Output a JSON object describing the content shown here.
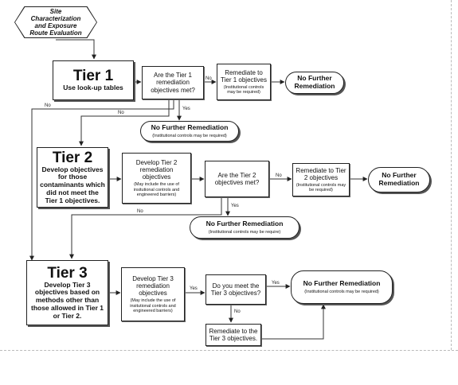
{
  "nodes": {
    "start": {
      "lines": [
        "Site",
        "Characterization",
        "and Exposure",
        "Route Evaluation"
      ]
    },
    "tier1": {
      "title": "Tier 1",
      "subtitle": "Use look-up tables"
    },
    "q1": {
      "text": "Are the Tier 1 remediation objectives met?"
    },
    "rem1": {
      "text": "Remediate to Tier 1 objectives",
      "note": "(Institutional controls may be required)"
    },
    "nfr1": {
      "text": "No Further Remediation"
    },
    "nfr2": {
      "text": "No Further Remediation",
      "note": "(Institutional controls may be required)"
    },
    "tier2": {
      "title": "Tier 2",
      "subtitle": "Develop objectives for those contaminants which did not meet the Tier 1 objectives."
    },
    "dev2": {
      "text": "Develop Tier 2 remediation objectives",
      "note": "(May include the use of insitutional controls and engineered barriers)"
    },
    "q2": {
      "text": "Are the Tier 2 objectives met?"
    },
    "rem2": {
      "text": "Remediate to Tier 2 objectives",
      "note": "(Institutional controls may be required)"
    },
    "nfr3": {
      "text": "No Further Remediation"
    },
    "nfr4": {
      "text": "No Further Remediation",
      "note": "(Institutional controls may be require)"
    },
    "tier3": {
      "title": "Tier 3",
      "subtitle": "Develop Tier 3 objectives based on methods other than those allowed in Tier 1 or Tier 2."
    },
    "dev3": {
      "text": "Develop Tier 3 remediation objectives",
      "note": "(May include the use of insitutional controls and engineered barriers)"
    },
    "q3": {
      "text": "Do you meet the Tier 3 objectives?"
    },
    "nfr5": {
      "text": "No Further Remediation",
      "note": "(Institutional controls may be required)"
    },
    "rem3": {
      "text": "Remediate to the Tier 3 objectives."
    }
  },
  "edge_labels": {
    "no": "No",
    "yes": "Yes"
  }
}
